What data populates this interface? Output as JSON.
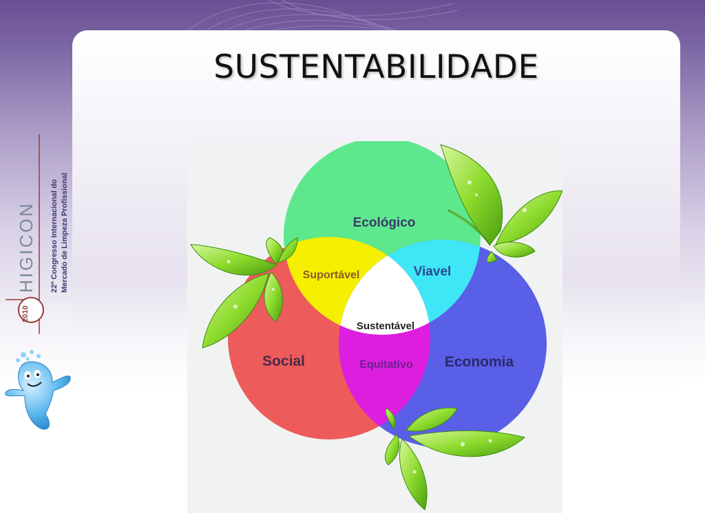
{
  "slide": {
    "title": "SUSTENTABILIDADE"
  },
  "logo": {
    "brand": "HIGICON",
    "year": "2010",
    "line1": "22º Congresso Internacional do",
    "line2": "Mercado de Limpeza Profissional"
  },
  "diagram": {
    "circles": [
      {
        "key": "ecologico",
        "label": "Ecológico",
        "color": "#5ee88e"
      },
      {
        "key": "social",
        "label": "Social",
        "color": "#ee5b5b"
      },
      {
        "key": "economia",
        "label": "Economia",
        "color": "#5a5fe8"
      }
    ],
    "overlaps": {
      "suportavel": {
        "label": "Suportável",
        "color": "#f4f000"
      },
      "viavel": {
        "label": "Viavel",
        "color": "#3ee6f6"
      },
      "equitativo": {
        "label": "Equitativo",
        "color": "#de1edf"
      },
      "center": {
        "label": "Sustentável",
        "color": "#ffffff"
      }
    },
    "label_colors": {
      "circle_text": "#3a3a6a",
      "overlap_text_warm": "#8a5a20",
      "overlap_text_cool": "#2a4a90",
      "overlap_text_magenta": "#6a2090",
      "center_text": "#222222"
    },
    "leaf_color": "#7ed321"
  }
}
